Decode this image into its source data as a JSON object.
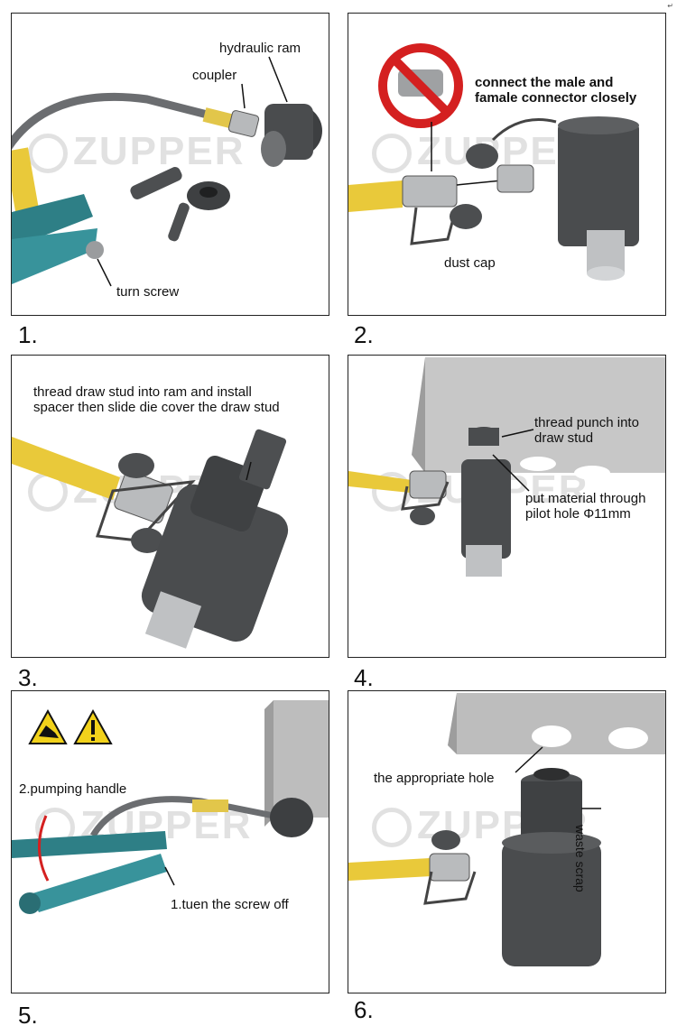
{
  "watermark": "ZUPPER",
  "corner_mark": "↵",
  "panels": [
    {
      "number": "1.",
      "labels": {
        "hydraulic_ram": "hydraulic ram",
        "coupler": "coupler",
        "turn_screw": "turn screw"
      }
    },
    {
      "number": "2.",
      "labels": {
        "connect": "connect the male and\nfamale connector closely",
        "dust_cap": "dust cap"
      }
    },
    {
      "number": "3.",
      "labels": {
        "thread": "thread draw stud into ram and install\nspacer then slide die cover the draw stud"
      }
    },
    {
      "number": "4.",
      "labels": {
        "thread_punch": "thread punch into\ndraw stud",
        "put_material": "put material through\npilot hole Φ11mm"
      }
    },
    {
      "number": "5.",
      "labels": {
        "pumping_handle": "2.pumping handle",
        "tuen_screw": "1.tuen the screw off"
      }
    },
    {
      "number": "6.",
      "labels": {
        "appropriate_hole": "the appropriate hole",
        "waste_scrap": "waste scrap"
      }
    }
  ],
  "colors": {
    "hose_yellow": "#e9c93a",
    "steel": "#4a4c4e",
    "teal": "#2e7f86",
    "box_grey": "#b9b9b9",
    "warn_yellow": "#f2d21b",
    "prohibit_red": "#d42020"
  }
}
